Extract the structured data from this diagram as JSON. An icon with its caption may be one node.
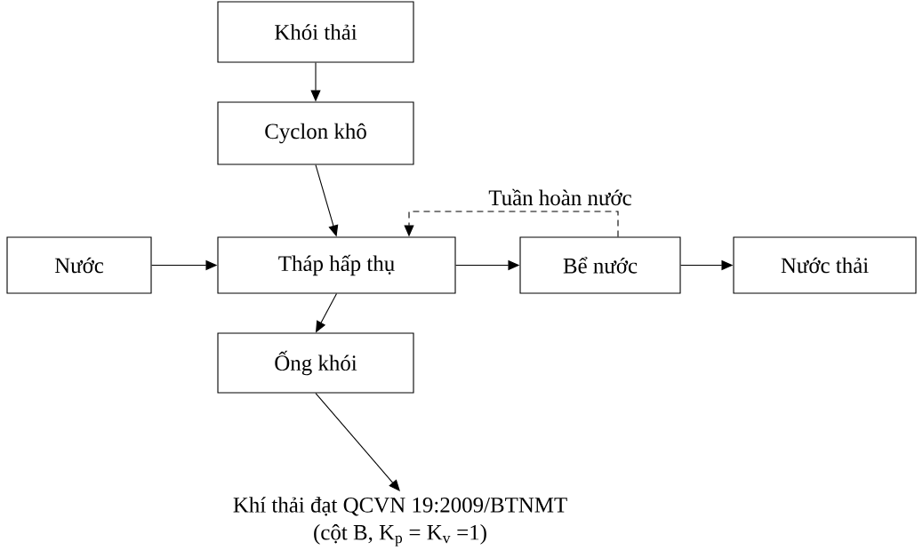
{
  "diagram": {
    "nodes": [
      {
        "text": [
          "Khói thải"
        ]
      },
      {
        "text": [
          "Cyclon khô"
        ]
      },
      {
        "text": [
          "Nước"
        ]
      },
      {
        "text": [
          "Tháp hấp thụ"
        ]
      },
      {
        "text": [
          "Bể nước"
        ]
      },
      {
        "text": [
          "Nước thải"
        ]
      },
      {
        "text": [
          "Ống khói"
        ]
      },
      {
        "text": [
          "Khí thải đạt QCVN 19:2009/BTNMT",
          "(cột B, K$_{p}$ = K$_{v}$ =1)"
        ]
      }
    ],
    "edges": [
      {
        "from": 0,
        "to": 1,
        "arrow": "to"
      },
      {
        "from": 1,
        "to": 3,
        "arrow": "to"
      },
      {
        "from": 2,
        "to": 3,
        "arrow": "to"
      },
      {
        "from": 3,
        "to": 4,
        "arrow": "to"
      },
      {
        "from": 4,
        "to": 5,
        "arrow": "to"
      },
      {
        "from": 4,
        "to": 3,
        "arrow": "to",
        "style": "dashed",
        "label": "Tuần hoàn nước"
      },
      {
        "from": 3,
        "to": 6,
        "arrow": "to"
      },
      {
        "from": 6,
        "to": 7,
        "arrow": "to"
      }
    ]
  }
}
